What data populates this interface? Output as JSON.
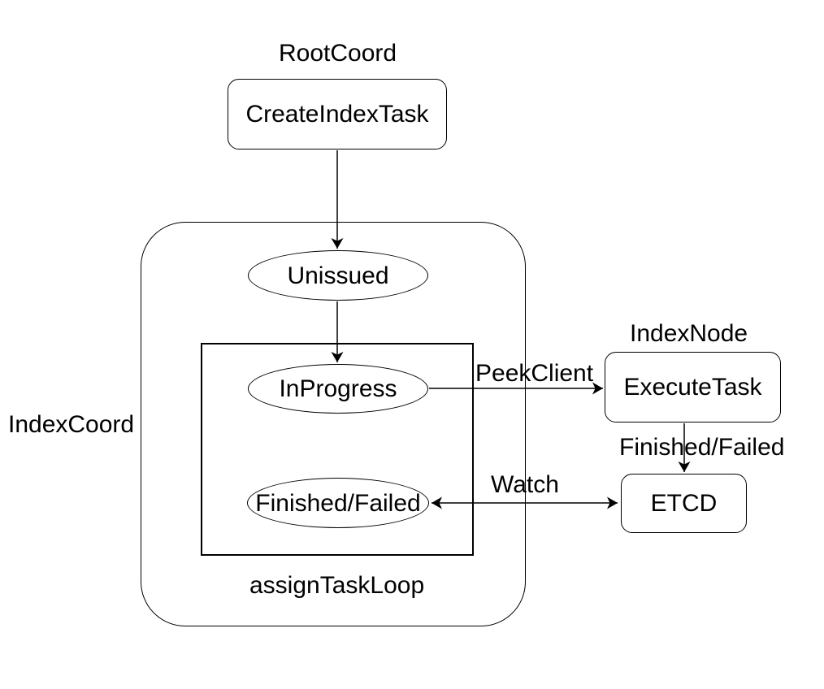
{
  "groups": {
    "root_coord": "RootCoord",
    "index_coord": "IndexCoord",
    "index_node": "IndexNode",
    "assign_task_loop": "assignTaskLoop"
  },
  "nodes": {
    "create_index_task": "CreateIndexTask",
    "unissued": "Unissued",
    "in_progress": "InProgress",
    "finished_failed": "Finished/Failed",
    "execute_task": "ExecuteTask",
    "etcd": "ETCD"
  },
  "edges": {
    "peek_client": "PeekClient",
    "finished_failed": "Finished/Failed",
    "watch": "Watch"
  },
  "colors": {
    "stroke": "#000000",
    "text": "#000000",
    "background": "#ffffff"
  }
}
